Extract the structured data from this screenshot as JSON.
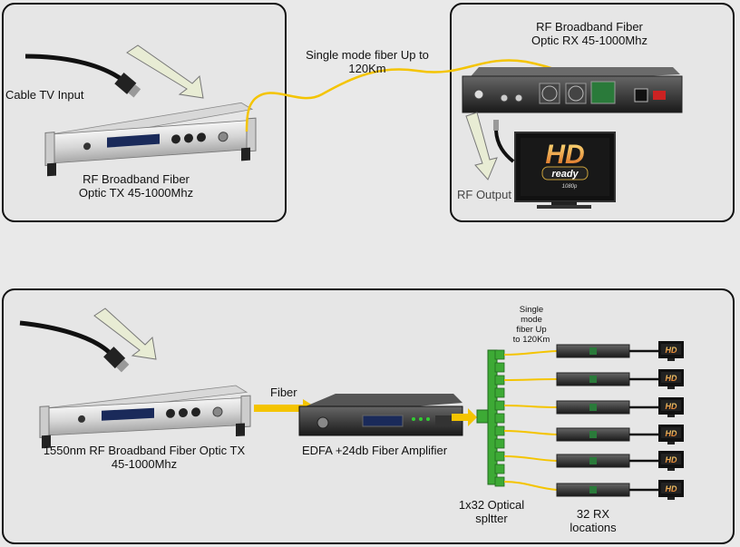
{
  "top_tx": {
    "input_label": "Cable TV Input",
    "device_label": "RF Broadband Fiber\nOptic TX  45-1000Mhz"
  },
  "top_link": {
    "fiber_label": "Single mode fiber Up to\n120Km"
  },
  "top_rx": {
    "device_label": "RF Broadband Fiber\nOptic RX  45-1000Mhz",
    "output_label": "RF Output",
    "tv_logo": "HD",
    "tv_logo_sub": "ready",
    "tv_logo_res": "1080p"
  },
  "bottom": {
    "tx_label": "1550nm RF Broadband Fiber Optic TX\n45-1000Mhz",
    "fiber_label": "Fiber",
    "edfa_label": "EDFA  +24db Fiber Amplifier",
    "splitter_label": "1x32 Optical\nspltter",
    "single_mode_label": "Single\nmode\nfiber Up\nto 120Km",
    "rx_label": "32 RX\nlocations",
    "tv_logo": "HD"
  },
  "colors": {
    "fiber": "#f4c400",
    "panel_bg": "#e6e6e6",
    "splitter_green": "#3daa35",
    "arrow_fill": "#e8ecd4"
  }
}
